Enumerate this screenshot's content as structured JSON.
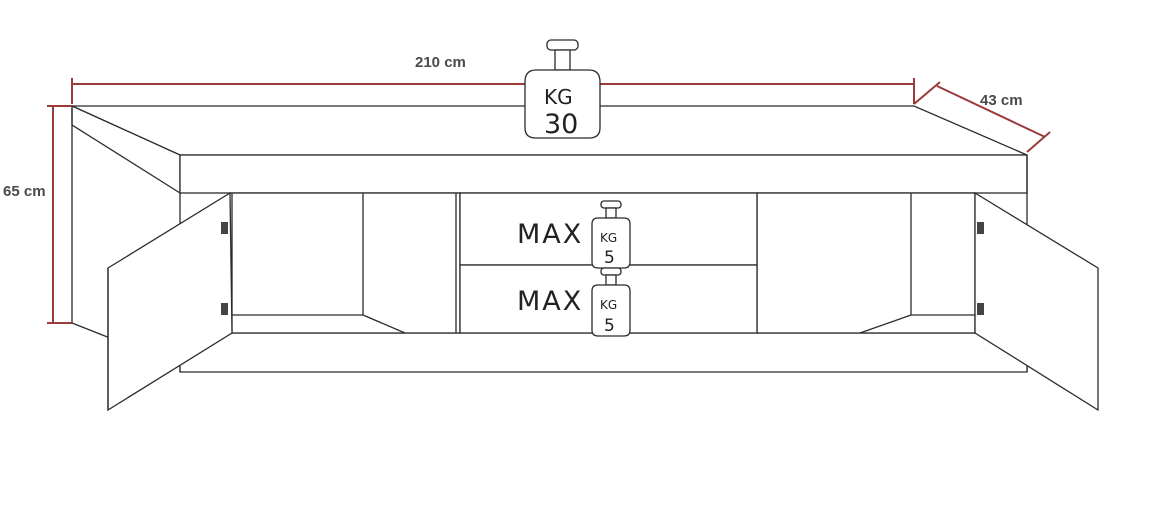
{
  "dimensions": {
    "width_label": "210 cm",
    "height_label": "65 cm",
    "depth_label": "43 cm"
  },
  "top_weight": {
    "unit": "KG",
    "value": "30"
  },
  "drawers": [
    {
      "max_label": "MAX",
      "unit": "KG",
      "value": "5"
    },
    {
      "max_label": "MAX",
      "unit": "KG",
      "value": "5"
    }
  ],
  "colors": {
    "dimension_line": "#9b3a3a",
    "outline": "#2b2b2b",
    "label_text": "#4a4a4a"
  }
}
